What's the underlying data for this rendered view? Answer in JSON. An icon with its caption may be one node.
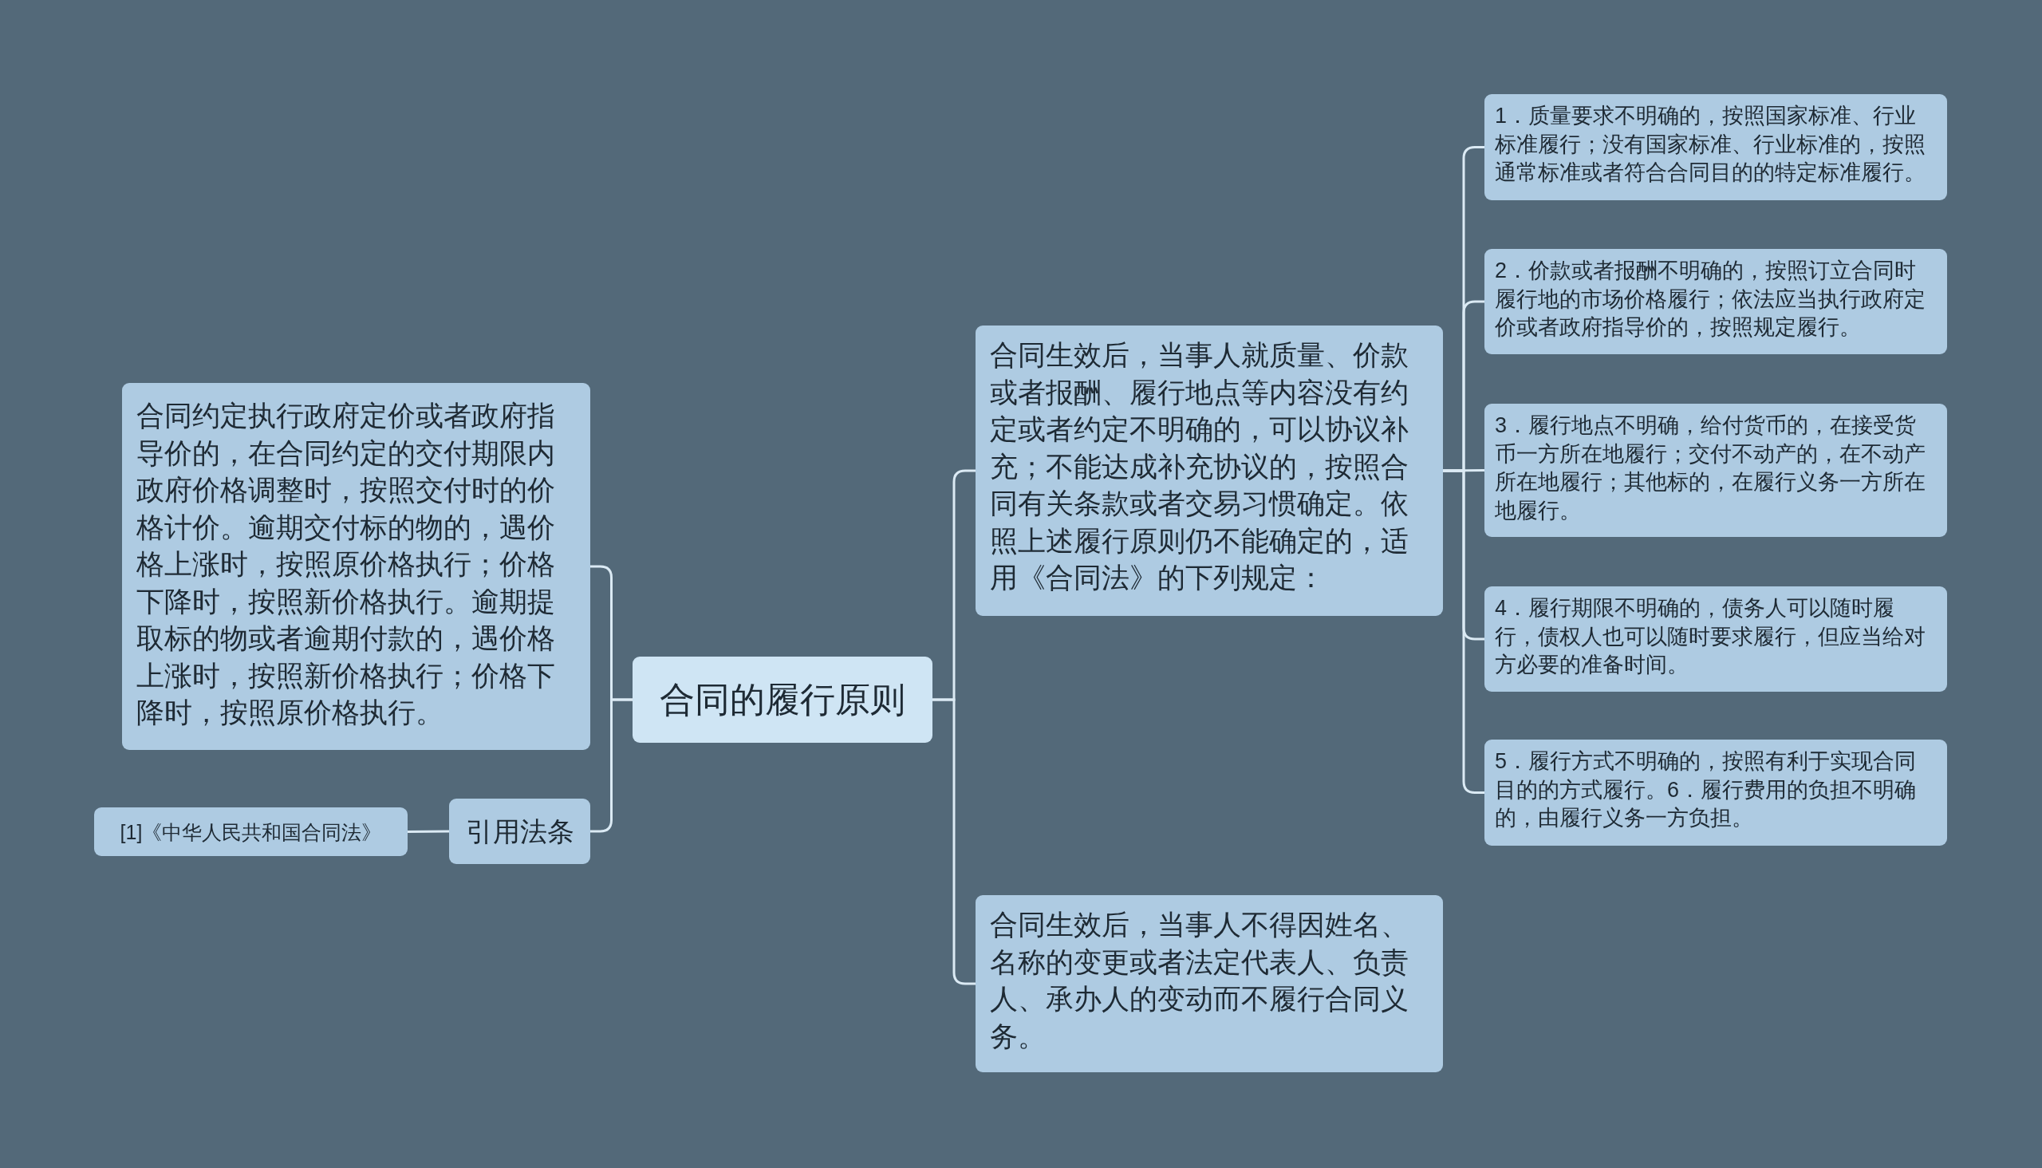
{
  "diagram": {
    "nodes": [
      {
        "text": [
          "合同的履行原则"
        ]
      },
      {
        "text": [
          "合同约定执行政府定价或者政府指导价的，在合同约定的交付期限内政府价格调整时，按照交付时的价格计价。逾期交付标的物的，遇价格上涨时，按照原价格执行；价格下降时，按照新价格执行。逾期提取标的物或者逾期付款的，遇价格上涨时，按照新价格执行；价格下降时，按照原价格执行。"
        ]
      },
      {
        "text": [
          "引用法条"
        ]
      },
      {
        "text": [
          "[1]《中华人民共和国合同法》"
        ]
      },
      {
        "text": [
          "合同生效后，当事人就质量、价款或者报酬、履行地点等内容没有约定或者约定不明确的，可以协议补充；不能达成补充协议的，按照合同有关条款或者交易习惯确定。依照上述履行原则仍不能确定的，适用《合同法》的下列规定："
        ]
      },
      {
        "text": [
          "1．质量要求不明确的，按照国家标准、行业标准履行；没有国家标准、行业标准的，按照通常标准或者符合合同目的的特定标准履行。"
        ]
      },
      {
        "text": [
          "2．价款或者报酬不明确的，按照订立合同时履行地的市场价格履行；依法应当执行政府定价或者政府指导价的，按照规定履行。"
        ]
      },
      {
        "text": [
          "3．履行地点不明确，给付货币的，在接受货币一方所在地履行；交付不动产的，在不动产所在地履行；其他标的，在履行义务一方所在地履行。"
        ]
      },
      {
        "text": [
          "4．履行期限不明确的，债务人可以随时履行，债权人也可以随时要求履行，但应当给对方必要的准备时间。"
        ]
      },
      {
        "text": [
          "5．履行方式不明确的，按照有利于实现合同目的的方式履行。6．履行费用的负担不明确的，由履行义务一方负担。"
        ]
      },
      {
        "text": [
          "合同生效后，当事人不得因姓名、名称的变更或者法定代表人、负责人、承办人的变动而不履行合同义务。"
        ]
      }
    ],
    "edges": [
      {
        "from": 0,
        "to": 1,
        "arrow": "none"
      },
      {
        "from": 0,
        "to": 2,
        "arrow": "none"
      },
      {
        "from": 2,
        "to": 3,
        "arrow": "none"
      },
      {
        "from": 0,
        "to": 4,
        "arrow": "none"
      },
      {
        "from": 4,
        "to": 5,
        "arrow": "none"
      },
      {
        "from": 4,
        "to": 6,
        "arrow": "none"
      },
      {
        "from": 4,
        "to": 7,
        "arrow": "none"
      },
      {
        "from": 4,
        "to": 8,
        "arrow": "none"
      },
      {
        "from": 4,
        "to": 9,
        "arrow": "none"
      },
      {
        "from": 0,
        "to": 10,
        "arrow": "none"
      }
    ]
  }
}
